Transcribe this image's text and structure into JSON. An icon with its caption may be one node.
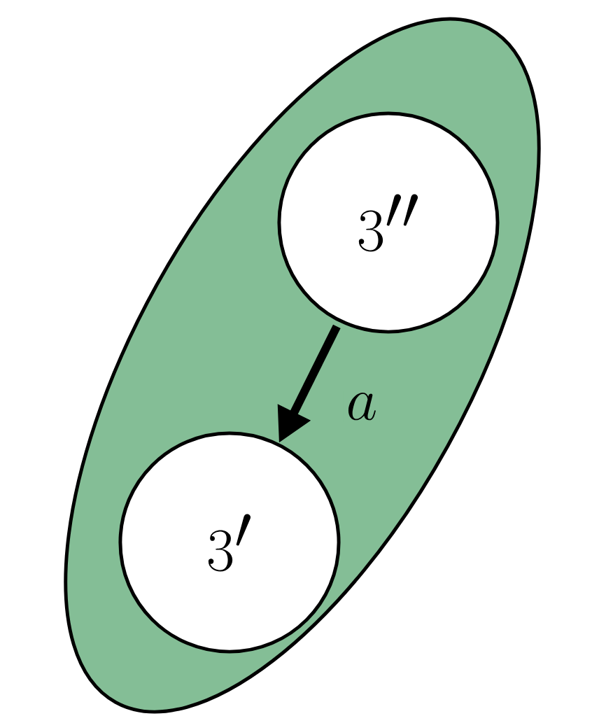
{
  "diagram": {
    "nodes": [
      {
        "text": [],
        "shape": "ellipse"
      },
      {
        "text": [
          "3''"
        ],
        "in": 0
      },
      {
        "text": [
          "3'"
        ],
        "in": 0
      }
    ],
    "edges": [
      {
        "from": 1,
        "to": 2,
        "arrow": "to",
        "label": "a"
      }
    ]
  }
}
